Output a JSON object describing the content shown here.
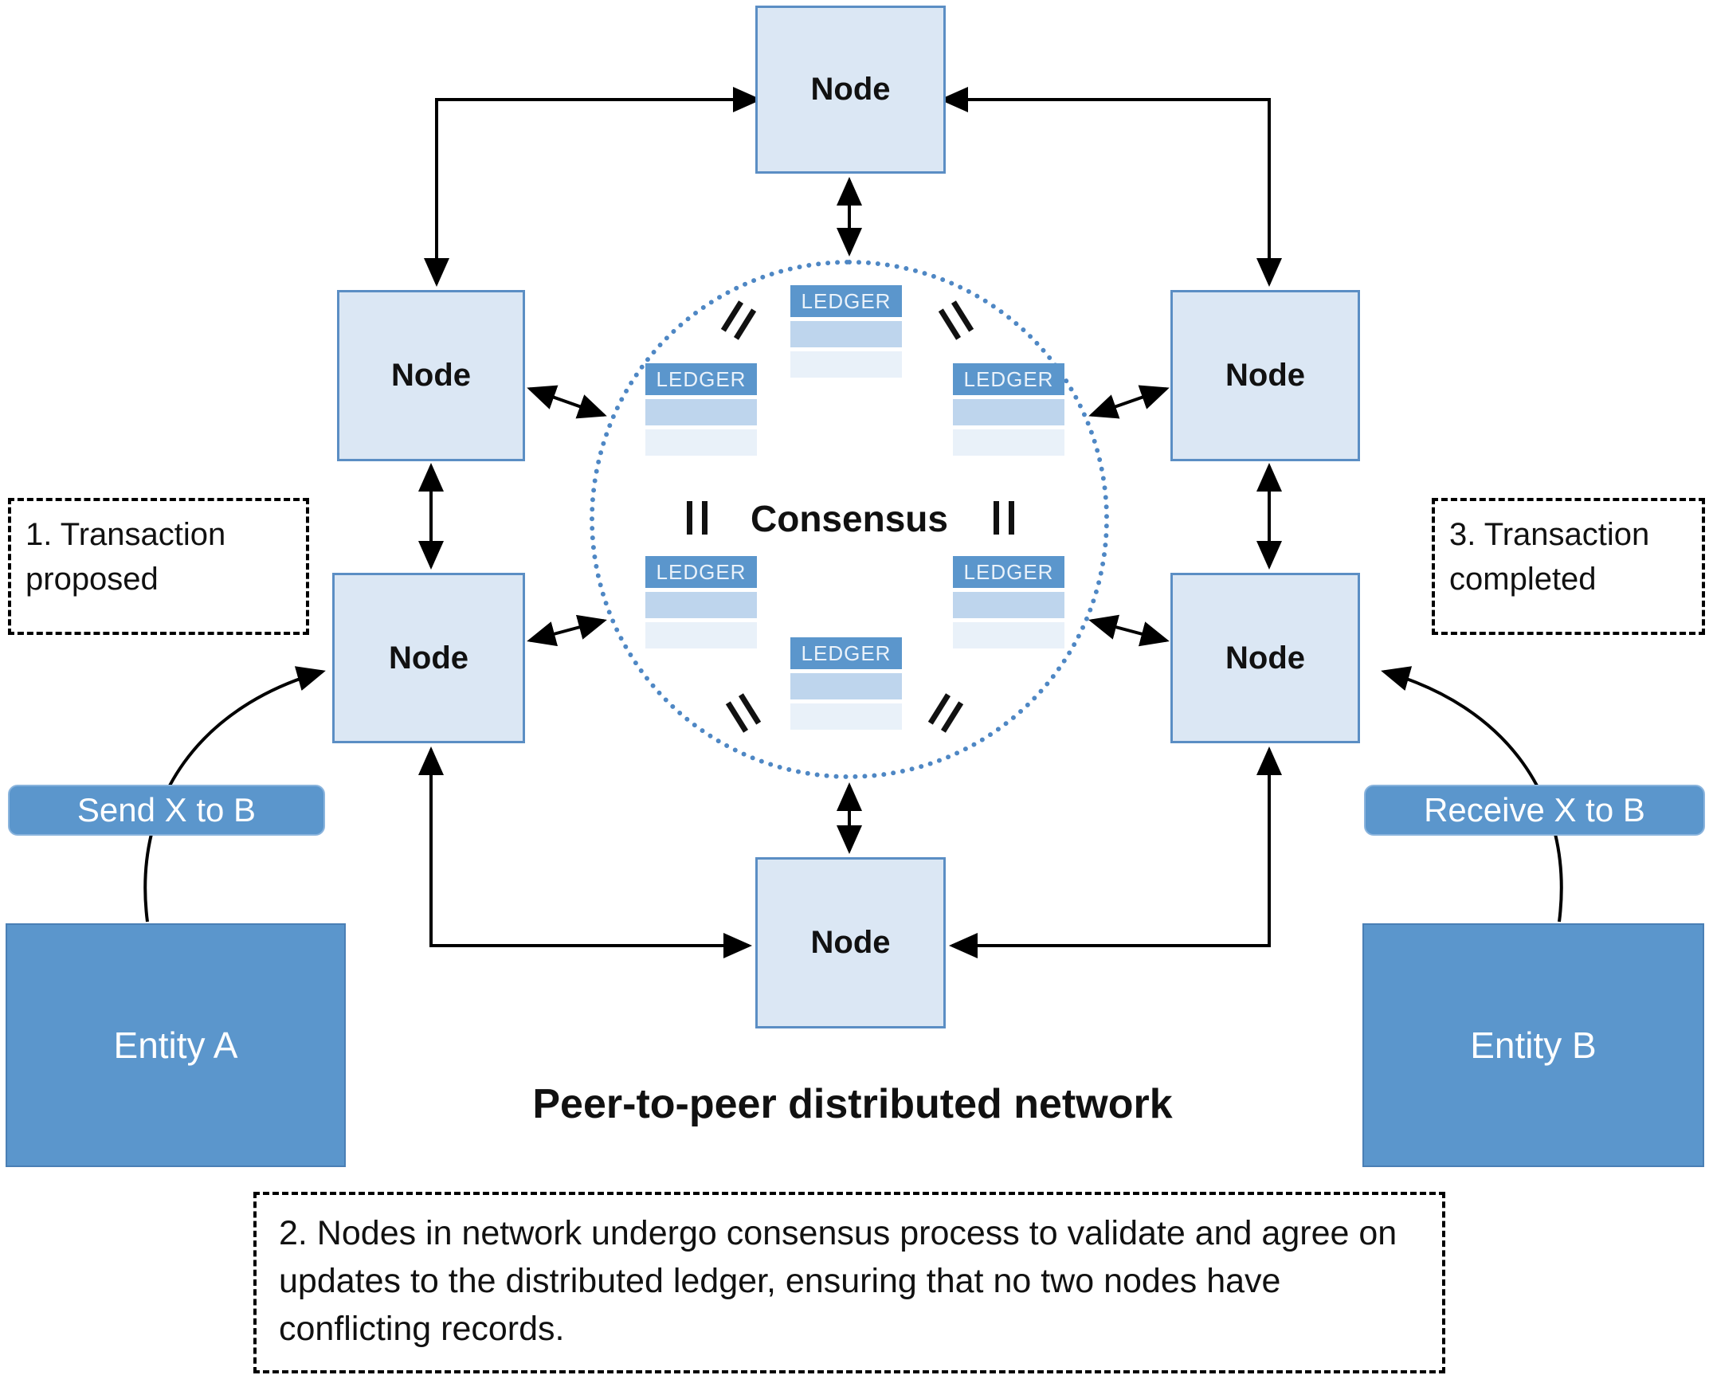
{
  "diagram": {
    "title": "Peer-to-peer distributed network",
    "node_label": "Node",
    "consensus_label": "Consensus",
    "ledger_label": "LEDGER",
    "annotations": {
      "step1": "1. Transaction proposed",
      "step2": "2. Nodes in network undergo consensus process to validate and agree on updates to the distributed ledger, ensuring that no two nodes have conflicting records.",
      "step3": "3. Transaction completed"
    },
    "entity_a": "Entity A",
    "entity_b": "Entity B",
    "transaction_labels": {
      "send": "Send X to B",
      "receive": "Receive X to B"
    },
    "colors": {
      "node_fill": "#dbe7f4",
      "node_border": "#5b8ec4",
      "entity_fill": "#5b96cc",
      "ledger_header_fill": "#5b96cc",
      "ledger_row_medium": "#bed5ed",
      "ledger_row_light": "#e9f1f9",
      "circle_dotted_border": "#4e87c4",
      "arrow_color": "#000000",
      "text_on_blue": "#ffffff"
    }
  }
}
